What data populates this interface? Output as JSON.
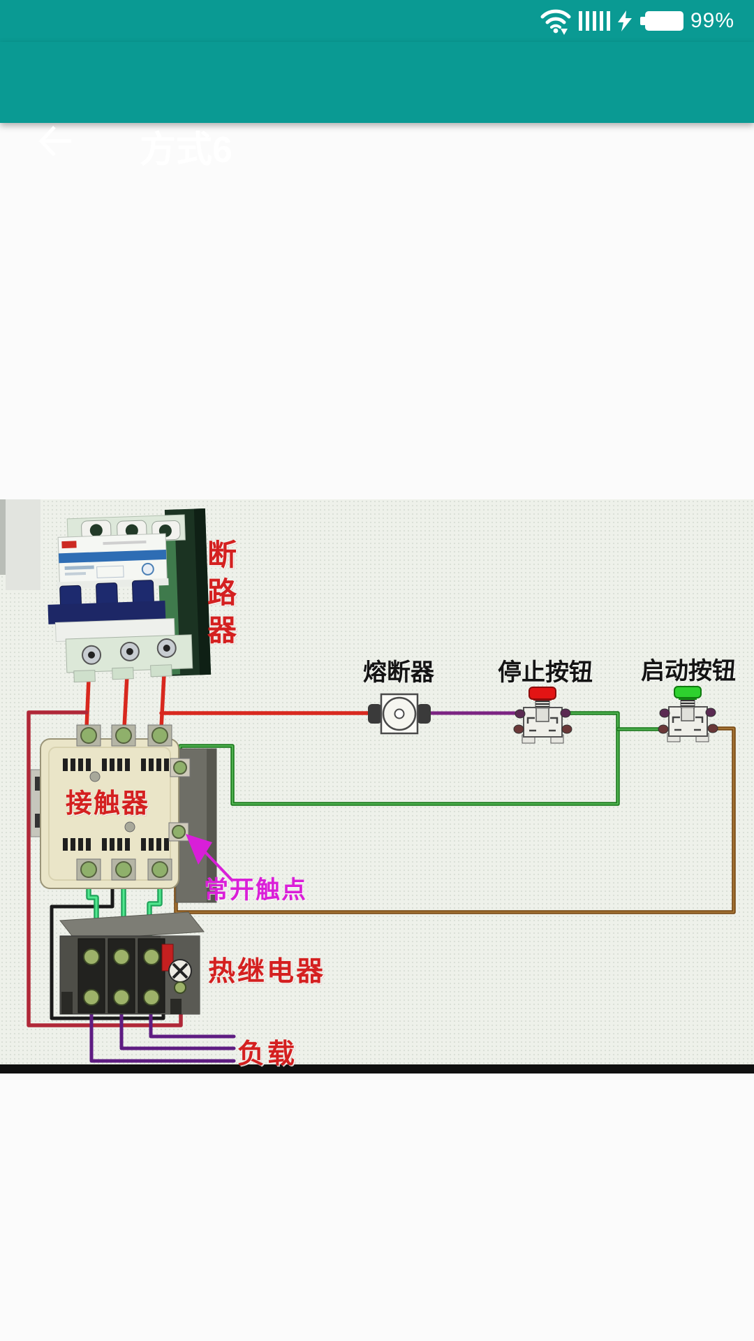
{
  "status_bar": {
    "battery_percent": "99%"
  },
  "app_bar": {
    "title": "方式6"
  },
  "diagram": {
    "labels": {
      "breaker": "断路器",
      "fuse": "熔断器",
      "stop_button": "停止按钮",
      "start_button": "启动按钮",
      "contactor": "接触器",
      "no_contact": "常开触点",
      "thermal_relay": "热继电器",
      "load": "负载"
    },
    "colors": {
      "app_bar_teal": "#0a9a93",
      "wire_red": "#d8281e",
      "wire_dark_red": "#b02838",
      "wire_purple": "#7b2382",
      "wire_green": "#1e7d20",
      "wire_spring_green": "#35d67a",
      "wire_brown": "#7a4a14",
      "wire_black": "#1a1a1a",
      "wire_violet": "#5e1c82",
      "arrow_magenta": "#d81fd8",
      "label_red": "#d42020"
    }
  }
}
